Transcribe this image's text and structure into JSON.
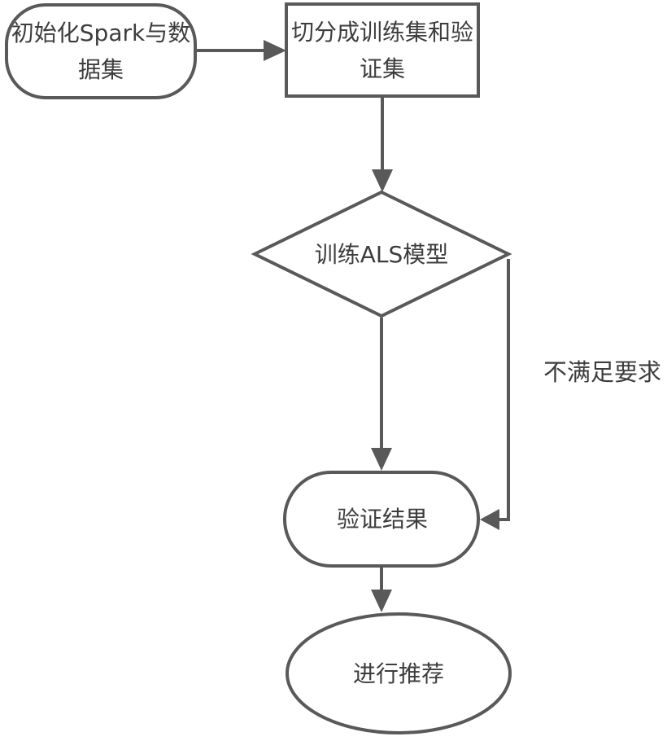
{
  "diagram": {
    "type": "flowchart",
    "nodes": [
      {
        "id": "init",
        "shape": "stadium",
        "label": "初始化Spark与数据集"
      },
      {
        "id": "split",
        "shape": "rectangle",
        "label": "切分成训练集和验证集"
      },
      {
        "id": "train",
        "shape": "diamond",
        "label": "训练ALS模型"
      },
      {
        "id": "validate",
        "shape": "stadium",
        "label": "验证结果"
      },
      {
        "id": "recommend",
        "shape": "ellipse",
        "label": "进行推荐"
      }
    ],
    "edges": [
      {
        "from": "init",
        "to": "split",
        "label": ""
      },
      {
        "from": "split",
        "to": "train",
        "label": ""
      },
      {
        "from": "train",
        "to": "validate",
        "label": ""
      },
      {
        "from": "validate",
        "to": "recommend",
        "label": ""
      },
      {
        "from": "train",
        "to": "validate",
        "label": "不满足要求",
        "type": "feedback-loop"
      }
    ],
    "colors": {
      "line": "#595959",
      "text": "#3d3d3d",
      "background": "#ffffff"
    }
  }
}
